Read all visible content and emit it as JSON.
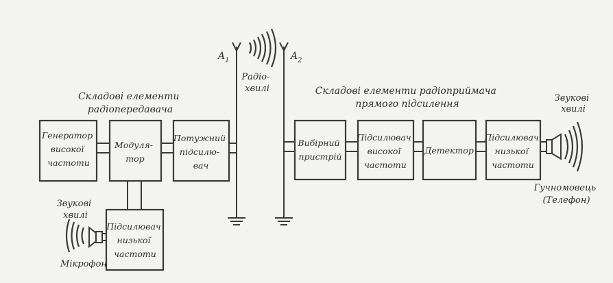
{
  "transmitter_title": [
    "Складові елементи",
    "радіопередавача"
  ],
  "receiver_title": [
    "Складові елементи радіоприймача",
    "прямого підсилення"
  ],
  "blocks": {
    "generator": [
      "Генератор",
      "високої",
      "частоти"
    ],
    "modulator": [
      "Модуля-",
      "тор"
    ],
    "power_amp": [
      "Потужний",
      "підсилю-",
      "вач"
    ],
    "tx_lf_amp": [
      "Підсилювач",
      "низької",
      "частоти"
    ],
    "selector": [
      "Вибірний",
      "пристрій"
    ],
    "hf_amp": [
      "Підсилювач",
      "високої",
      "частоти"
    ],
    "detector": [
      "Детектор"
    ],
    "rx_lf_amp": [
      "Підсилювач",
      "низької",
      "частоти"
    ]
  },
  "antennas": {
    "a1": "A",
    "a1_sub": "1",
    "a2": "A",
    "a2_sub": "2"
  },
  "radio_waves_label": [
    "Радіо-",
    "хвилі"
  ],
  "sound_waves_tx": [
    "Звукові",
    "хвилі"
  ],
  "sound_waves_rx": [
    "Звукові",
    "хвилі"
  ],
  "microphone_label": "Мікрофон",
  "loudspeaker_label": [
    "Гучномовець",
    "(Телефон)"
  ]
}
